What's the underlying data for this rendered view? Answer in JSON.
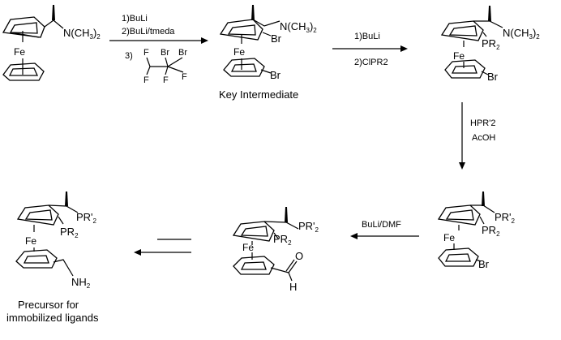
{
  "compounds": {
    "start": {
      "metal": "Fe",
      "group": "N(CH",
      "group_sub": "3",
      "group_close": ")",
      "group_sub2": "2"
    },
    "key": {
      "metal": "Fe",
      "br_top": "Br",
      "br_bottom": "Br",
      "group": "N(CH",
      "group_sub": "3",
      "group_close": ")",
      "group_sub2": "2",
      "caption": "Key Intermediate"
    },
    "prod1": {
      "metal": "Fe",
      "pr2": "PR",
      "pr2_sub": "2",
      "br": "Br",
      "group": "N(CH",
      "group_sub": "3",
      "group_close": ")",
      "group_sub2": "2"
    },
    "prod2": {
      "metal": "Fe",
      "pr2": "PR",
      "pr2_sub": "2",
      "prp": "PR'",
      "prp_sub": "2",
      "br": "Br"
    },
    "aldehyde": {
      "metal": "Fe",
      "pr2": "PR",
      "pr2_sub": "2",
      "prp": "PR'",
      "prp_sub": "2",
      "o": "O",
      "h": "H"
    },
    "amine": {
      "metal": "Fe",
      "pr2": "PR",
      "pr2_sub": "2",
      "prp": "PR'",
      "prp_sub": "2",
      "nh": "NH",
      "nh_sub": "2",
      "caption_line1": "Precursor for",
      "caption_line2": "immobilized ligands"
    }
  },
  "reagents": {
    "step1": {
      "line1": "1)BuLi",
      "line2": "2)BuLi/tmeda",
      "line3": "3)",
      "f1": "F",
      "br1": "Br",
      "br2": "Br",
      "f2": "F",
      "f3": "F",
      "f4": "F"
    },
    "step2": {
      "line1": "1)BuLi",
      "line2": "2)ClPR2"
    },
    "step3": {
      "line1": "HPR'2",
      "line2": "AcOH"
    },
    "step4": {
      "line1": "BuLi/DMF"
    }
  }
}
